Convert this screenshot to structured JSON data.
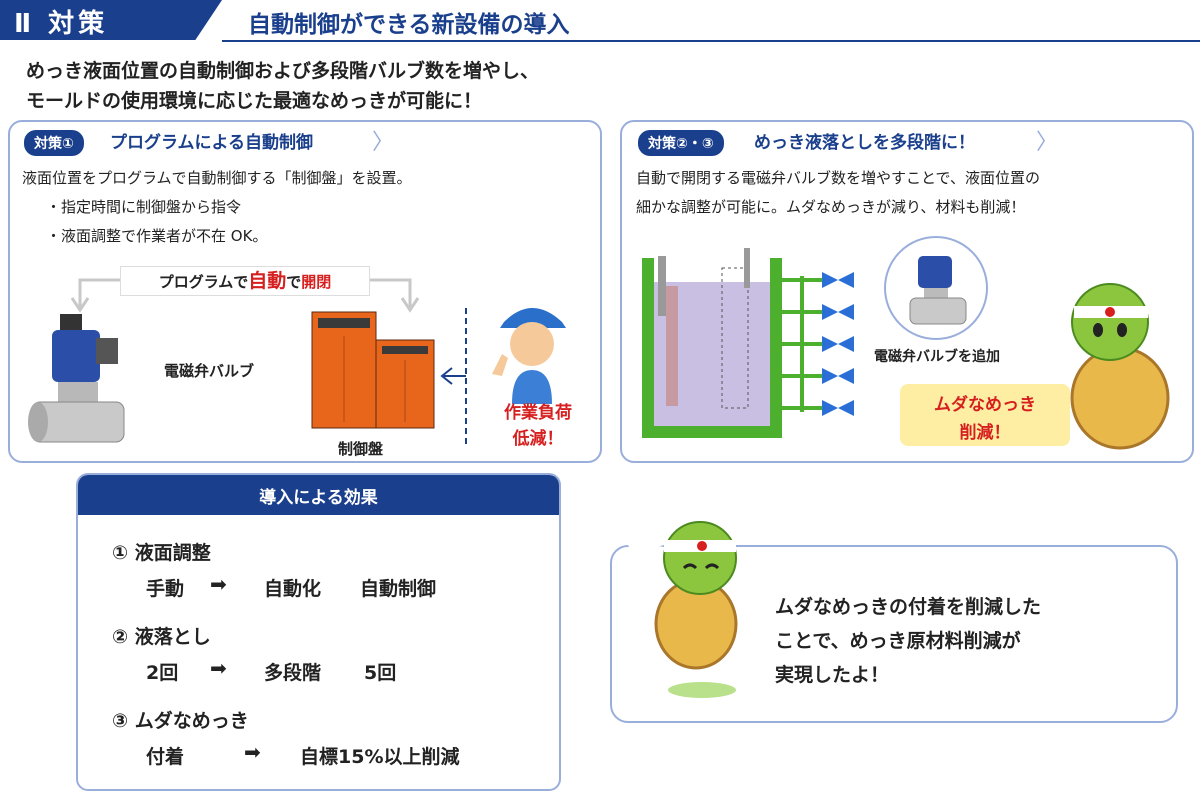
{
  "header": {
    "label": "Ⅱ 対策",
    "title": "自動制御ができる新設備の導入"
  },
  "intro": {
    "line1": "めっき液面位置の自動制御および多段階バルブ数を増やし、",
    "line2": "モールドの使用環境に応じた最適なめっきが可能に！"
  },
  "left_panel": {
    "tag": "対策①",
    "title": "プログラムによる自動制御",
    "desc": "液面位置をプログラムで自動制御する「制御盤」を設置。",
    "bullets": [
      "・指定時間に制御盤から指令",
      "・液面調整で作業者が不在 OK。"
    ],
    "program_prefix": "プログラムで",
    "program_auto": "自動",
    "program_mid": "で",
    "program_open": "開閉",
    "valve_label": "電磁弁バルブ",
    "panel_label": "制御盤",
    "worker_line1": "作業負荷",
    "worker_line2": "低減！"
  },
  "right_panel": {
    "tag": "対策②・③",
    "title": "めっき液落としを多段階に！",
    "desc1": "自動で開閉する電磁弁バルブ数を増やすことで、液面位置の",
    "desc2": "細かな調整が可能に。ムダなめっきが減り、材料も削減！",
    "valve_add": "電磁弁バルブを追加",
    "reduce_line1": "ムダなめっき",
    "reduce_line2": "削減！"
  },
  "effects": {
    "title": "導入による効果",
    "items": [
      {
        "heading": "① 液面調整",
        "from": "手動",
        "to": "自動化",
        "result": "自動制御"
      },
      {
        "heading": "② 液落とし",
        "from": "2回",
        "to": "多段階",
        "result": "5回"
      },
      {
        "heading": "③ ムダなめっき",
        "from": "付着",
        "to": "",
        "result": "自標15%以上削減"
      }
    ],
    "arrow": "➡"
  },
  "bubble": {
    "line1": "ムダなめっきの付着を削減した",
    "line2": "ことで、めっき原材料削減が",
    "line3": "実現したよ！"
  },
  "colors": {
    "navy": "#1a3f8c",
    "red": "#d61f1f",
    "orange": "#e8651c",
    "lavender": "#c9bfe3",
    "green": "#4caf2e"
  }
}
